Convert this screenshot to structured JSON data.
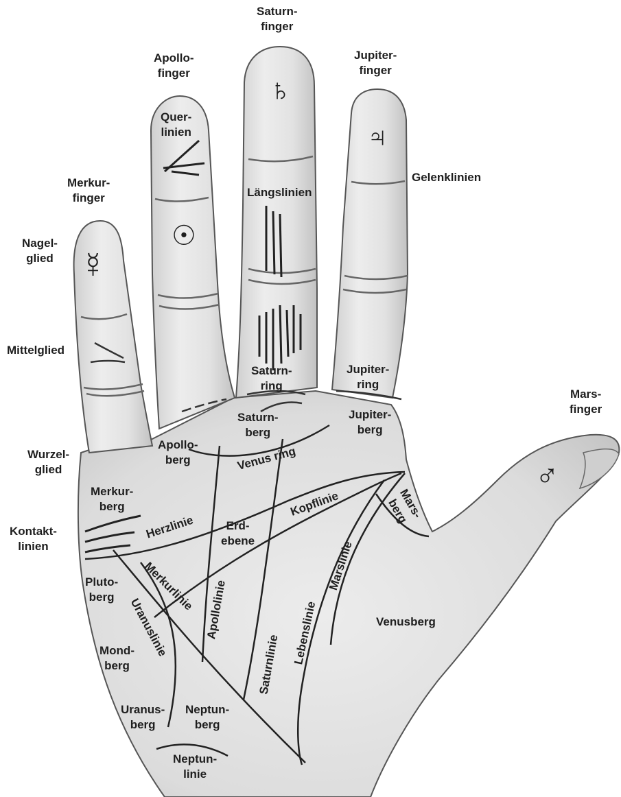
{
  "fingers": {
    "saturn": [
      "Saturn-",
      "finger"
    ],
    "apollo": [
      "Apollo-",
      "finger"
    ],
    "jupiter": [
      "Jupiter-",
      "finger"
    ],
    "merkur": [
      "Merkur-",
      "finger"
    ],
    "mars": [
      "Mars-",
      "finger"
    ]
  },
  "finger_parts": {
    "nagelglied": [
      "Nagel-",
      "glied"
    ],
    "mittelglied": "Mittelglied",
    "wurzelglied": [
      "Wurzel-",
      "glied"
    ]
  },
  "finger_lines": {
    "querlinien": [
      "Quer-",
      "linien"
    ],
    "laengslinien": "Längslinien",
    "gelenklinien": "Gelenklinien"
  },
  "rings": {
    "saturn_ring": [
      "Saturn-",
      "ring"
    ],
    "jupiter_ring": [
      "Jupiter-",
      "ring"
    ],
    "venus_ring": [
      "Venus",
      "ring"
    ]
  },
  "mounts": {
    "saturnberg": [
      "Saturn-",
      "berg"
    ],
    "jupiterberg": [
      "Jupiter-",
      "berg"
    ],
    "apolloberg": [
      "Apollo-",
      "berg"
    ],
    "merkurberg": [
      "Merkur-",
      "berg"
    ],
    "marsberg": [
      "Mars-",
      "berg"
    ],
    "plutoberg": [
      "Pluto-",
      "berg"
    ],
    "mondberg": [
      "Mond-",
      "berg"
    ],
    "uranusberg": [
      "Uranus-",
      "berg"
    ],
    "neptunberg": [
      "Neptun-",
      "berg"
    ],
    "venusberg": "Venusberg",
    "erdebene": [
      "Erd-",
      "ebene"
    ]
  },
  "palm_lines": {
    "kontaktlinien": [
      "Kontakt-",
      "linien"
    ],
    "herzlinie": "Herzlinie",
    "kopflinie": "Kopflinie",
    "merkurlinie": "Merkurlinie",
    "uranuslinie": "Uranuslinie",
    "apollolinie": "Apollolinie",
    "saturnlinie": "Saturnlinie",
    "lebenslinie": "Lebenslinie",
    "marslinie": "Marslinie",
    "neptunlinie": [
      "Neptun-",
      "linie"
    ]
  },
  "symbols": {
    "saturn": "♄",
    "jupiter": "♃",
    "apollo": "☉",
    "merkur": "☿",
    "mars": "♂"
  },
  "colors": {
    "skin": "#e3e3e3",
    "skin_shade": "#c9c9c9",
    "outline": "#4a4a4a",
    "line": "#2a2a2a",
    "text": "#1e1e1e"
  }
}
